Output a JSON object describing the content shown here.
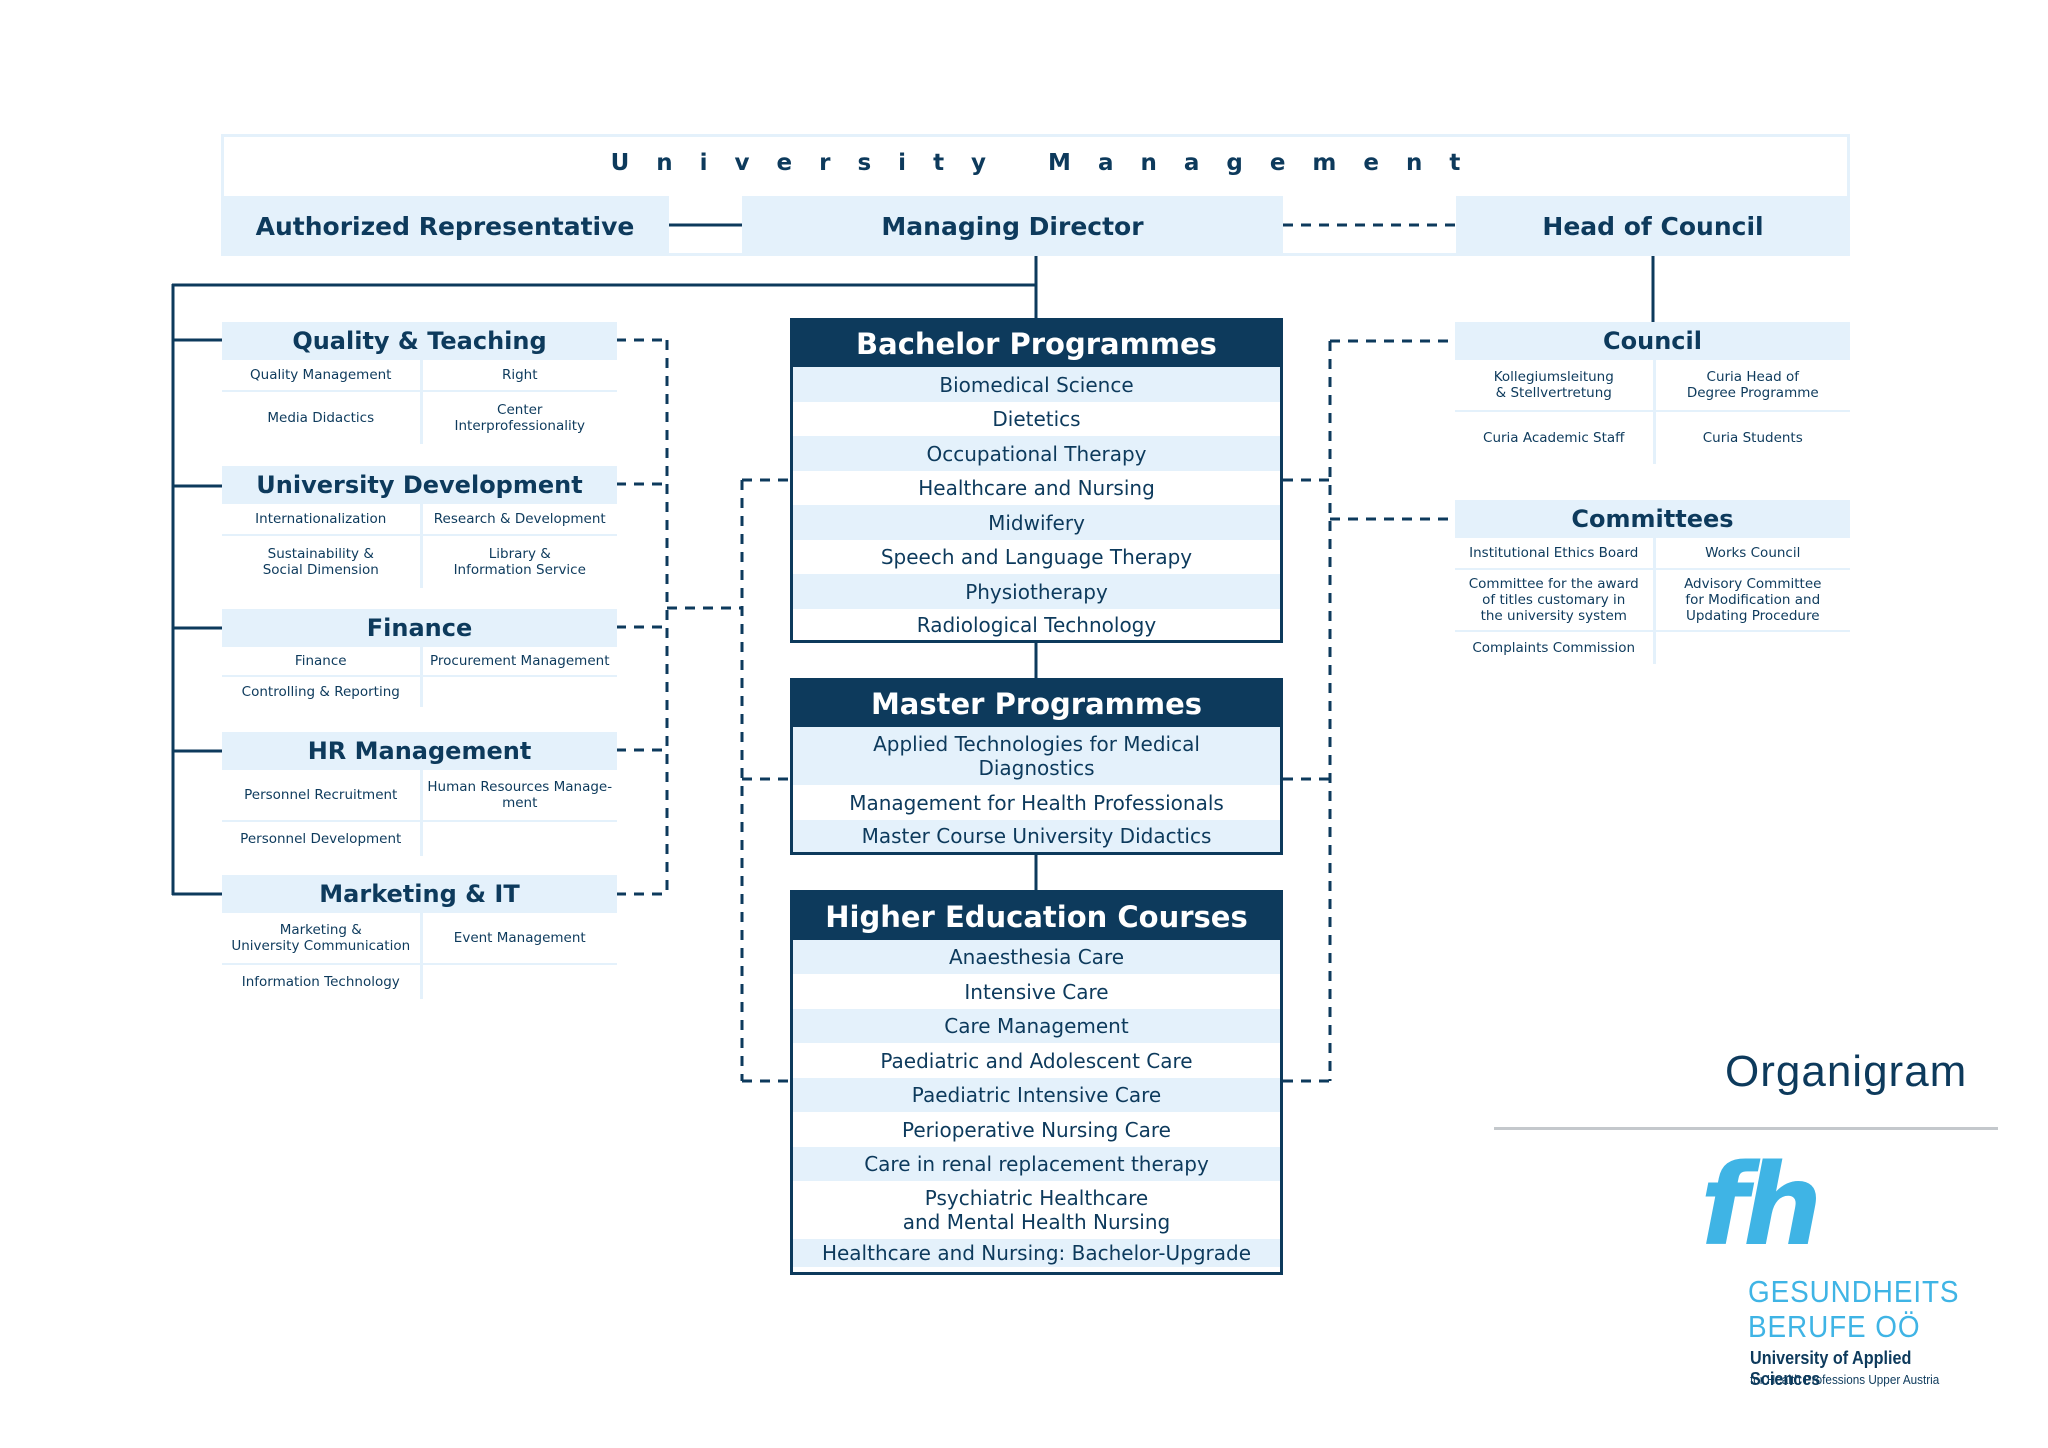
{
  "management": {
    "title": "University Management",
    "authorized_representative": "Authorized Representative",
    "managing_director": "Managing Director",
    "head_of_council": "Head of Council"
  },
  "departments": [
    {
      "title": "Quality & Teaching",
      "items": [
        "Quality Management",
        "Right",
        "Media Didactics",
        "Center\nInterprofessionality"
      ]
    },
    {
      "title": "University Development",
      "items": [
        "Internationalization",
        "Research & Development",
        "Sustainability &\nSocial Dimension",
        "Library &\nInformation Service"
      ]
    },
    {
      "title": "Finance",
      "items": [
        "Finance",
        "Procurement Management",
        "Controlling & Reporting",
        ""
      ]
    },
    {
      "title": "HR Management",
      "items": [
        "Personnel Recruitment",
        "Human Resources Manage-\nment",
        "Personnel Development",
        ""
      ]
    },
    {
      "title": "Marketing & IT",
      "items": [
        "Marketing &\nUniversity Communication",
        "Event Management",
        "Information Technology",
        ""
      ]
    }
  ],
  "programmes": [
    {
      "title": "Bachelor Programmes",
      "items": [
        "Biomedical Science",
        "Dietetics",
        "Occupational Therapy",
        "Healthcare and Nursing",
        "Midwifery",
        "Speech and Language Therapy",
        "Physiotherapy",
        "Radiological Technology"
      ]
    },
    {
      "title": "Master Programmes",
      "items": [
        "Applied Technologies for Medical\nDiagnostics",
        "Management for Health Professionals",
        "Master Course University Didactics"
      ]
    },
    {
      "title": "Higher Education Courses",
      "items": [
        "Anaesthesia Care",
        "Intensive Care",
        "Care Management",
        "Paediatric and Adolescent Care",
        "Paediatric Intensive Care",
        "Perioperative Nursing Care",
        "Care in renal replacement therapy",
        "Psychiatric Healthcare\nand Mental Health Nursing",
        "Healthcare and Nursing: Bachelor-Upgrade"
      ]
    }
  ],
  "council": {
    "title": "Council",
    "items": [
      "Kollegiumsleitung\n& Stellvertretung",
      "Curia Head of\nDegree Programme",
      "Curia Academic Staff",
      "Curia Students"
    ]
  },
  "committees": {
    "title": "Committees",
    "items": [
      "Institutional Ethics Board",
      "Works Council",
      "Committee for the award\nof titles customary in\nthe university system",
      "Advisory Committee\nfor Modification and\nUpdating Procedure",
      "Complaints Commission",
      ""
    ]
  },
  "page_title": "Organigram",
  "logo": {
    "mark": "fh",
    "name_line1": "GESUNDHEITS",
    "name_line2": "BERUFE OÖ",
    "subtitle_line1": "University of Applied Sciences",
    "subtitle_line2": "for Health Professions Upper Austria"
  },
  "colors": {
    "navy": "#0d3a5c",
    "light_blue": "#e4f1fb",
    "logo_blue": "#3fb4e5"
  }
}
